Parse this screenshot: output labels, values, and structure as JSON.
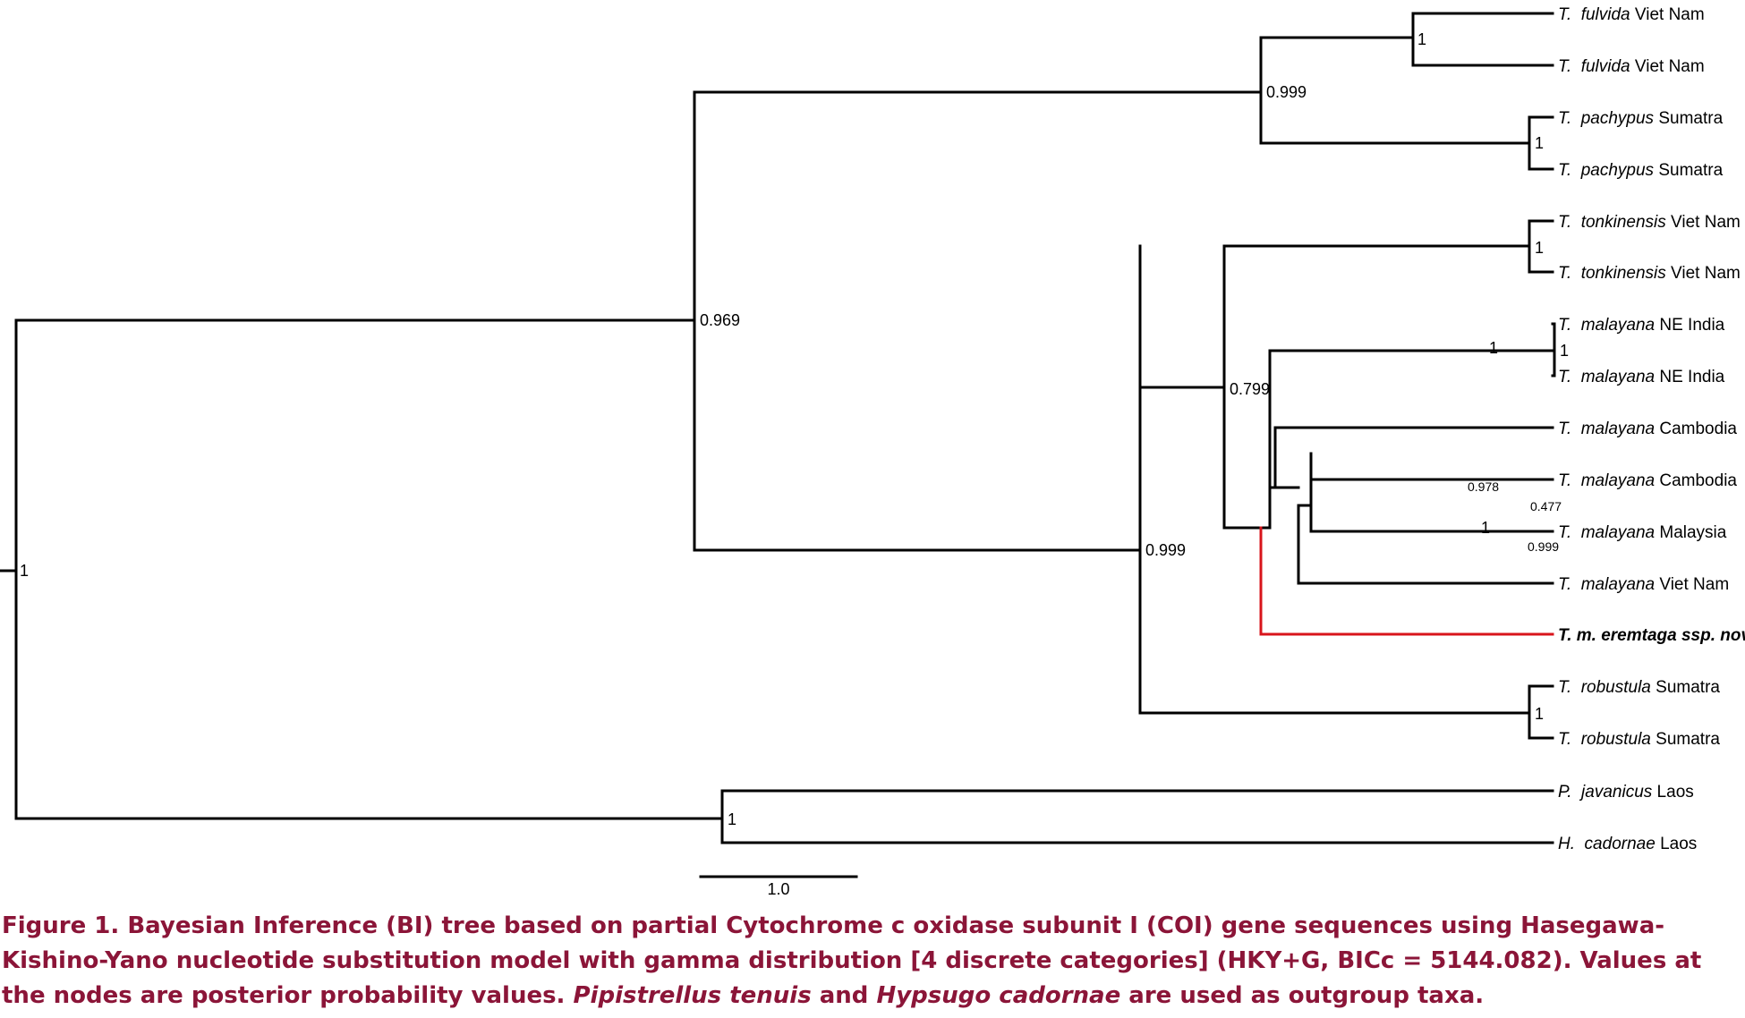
{
  "tree": {
    "tips": [
      {
        "genus": "T.",
        "species": "fulvida",
        "locality": "Viet Nam"
      },
      {
        "genus": "T.",
        "species": "fulvida",
        "locality": "Viet Nam"
      },
      {
        "genus": "T.",
        "species": "pachypus",
        "locality": "Sumatra"
      },
      {
        "genus": "T.",
        "species": "pachypus",
        "locality": "Sumatra"
      },
      {
        "genus": "T.",
        "species": "tonkinensis",
        "locality": "Viet Nam"
      },
      {
        "genus": "T.",
        "species": "tonkinensis",
        "locality": "Viet Nam"
      },
      {
        "genus": "T.",
        "species": "malayana",
        "locality": "NE India"
      },
      {
        "genus": "T.",
        "species": "malayana",
        "locality": "NE India"
      },
      {
        "genus": "T.",
        "species": "malayana",
        "locality": "Cambodia"
      },
      {
        "genus": "T.",
        "species": "malayana",
        "locality": "Cambodia"
      },
      {
        "genus": "T.",
        "species": "malayana",
        "locality": "Malaysia"
      },
      {
        "genus": "T.",
        "species": "malayana",
        "locality": "Viet Nam"
      },
      {
        "genus": "",
        "species": "",
        "locality": "",
        "label": "T. m. eremtaga ssp. nov.",
        "highlight": true
      },
      {
        "genus": "T.",
        "species": "robustula",
        "locality": "Sumatra"
      },
      {
        "genus": "T.",
        "species": "robustula",
        "locality": "Sumatra"
      },
      {
        "genus": "P.",
        "species": "javanicus",
        "locality": "Laos"
      },
      {
        "genus": "H.",
        "species": "cadornae",
        "locality": "Laos"
      }
    ],
    "support_values": [
      "1",
      "0.969",
      "0.999",
      "1",
      "1",
      "0.999",
      "0.799",
      "1",
      "1",
      "1",
      "1",
      "0.978",
      "0.477",
      "0.999",
      "1",
      "1"
    ],
    "scale_bar_label": "1.0",
    "highlight_color": "#d8141b",
    "line_color": "#000000"
  },
  "caption": {
    "lead": "Figure 1. Bayesian Inference (BI) tree based on partial Cytochrome c oxidase subunit I (COI) gene sequences using Hasegawa-Kishino-Yano nucleotide substitution model with gamma distribution [4 discrete categories] (HKY+G, BICc = 5144.082). Values at the nodes are posterior probability values. ",
    "outgroup1": "Pipistrellus tenuis",
    "and": " and ",
    "outgroup2": "Hypsugo cadornae",
    "tail": " are used as outgroup taxa.",
    "color": "#8b1538"
  }
}
